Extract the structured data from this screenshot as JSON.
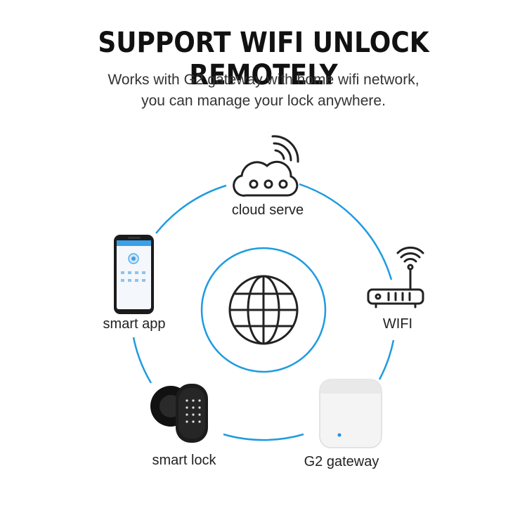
{
  "header": {
    "title": "SUPPORT WIFI UNLOCK REMOTELY",
    "subtitle_line1": "Works with G2 gateway with home wifi network,",
    "subtitle_line2": "you can manage your lock anywhere."
  },
  "nodes": {
    "cloud": {
      "label": "cloud serve",
      "icon": "cloud-icon"
    },
    "wifi": {
      "label": "WIFI",
      "icon": "router-icon"
    },
    "gateway": {
      "label": "G2 gateway",
      "icon": "gateway-icon"
    },
    "lock": {
      "label": "smart lock",
      "icon": "smart-lock-icon"
    },
    "app": {
      "label": "smart app",
      "icon": "phone-icon"
    },
    "center": {
      "icon": "globe-icon"
    }
  },
  "colors": {
    "ring": "#1e9be0",
    "icon_stroke": "#222222"
  }
}
